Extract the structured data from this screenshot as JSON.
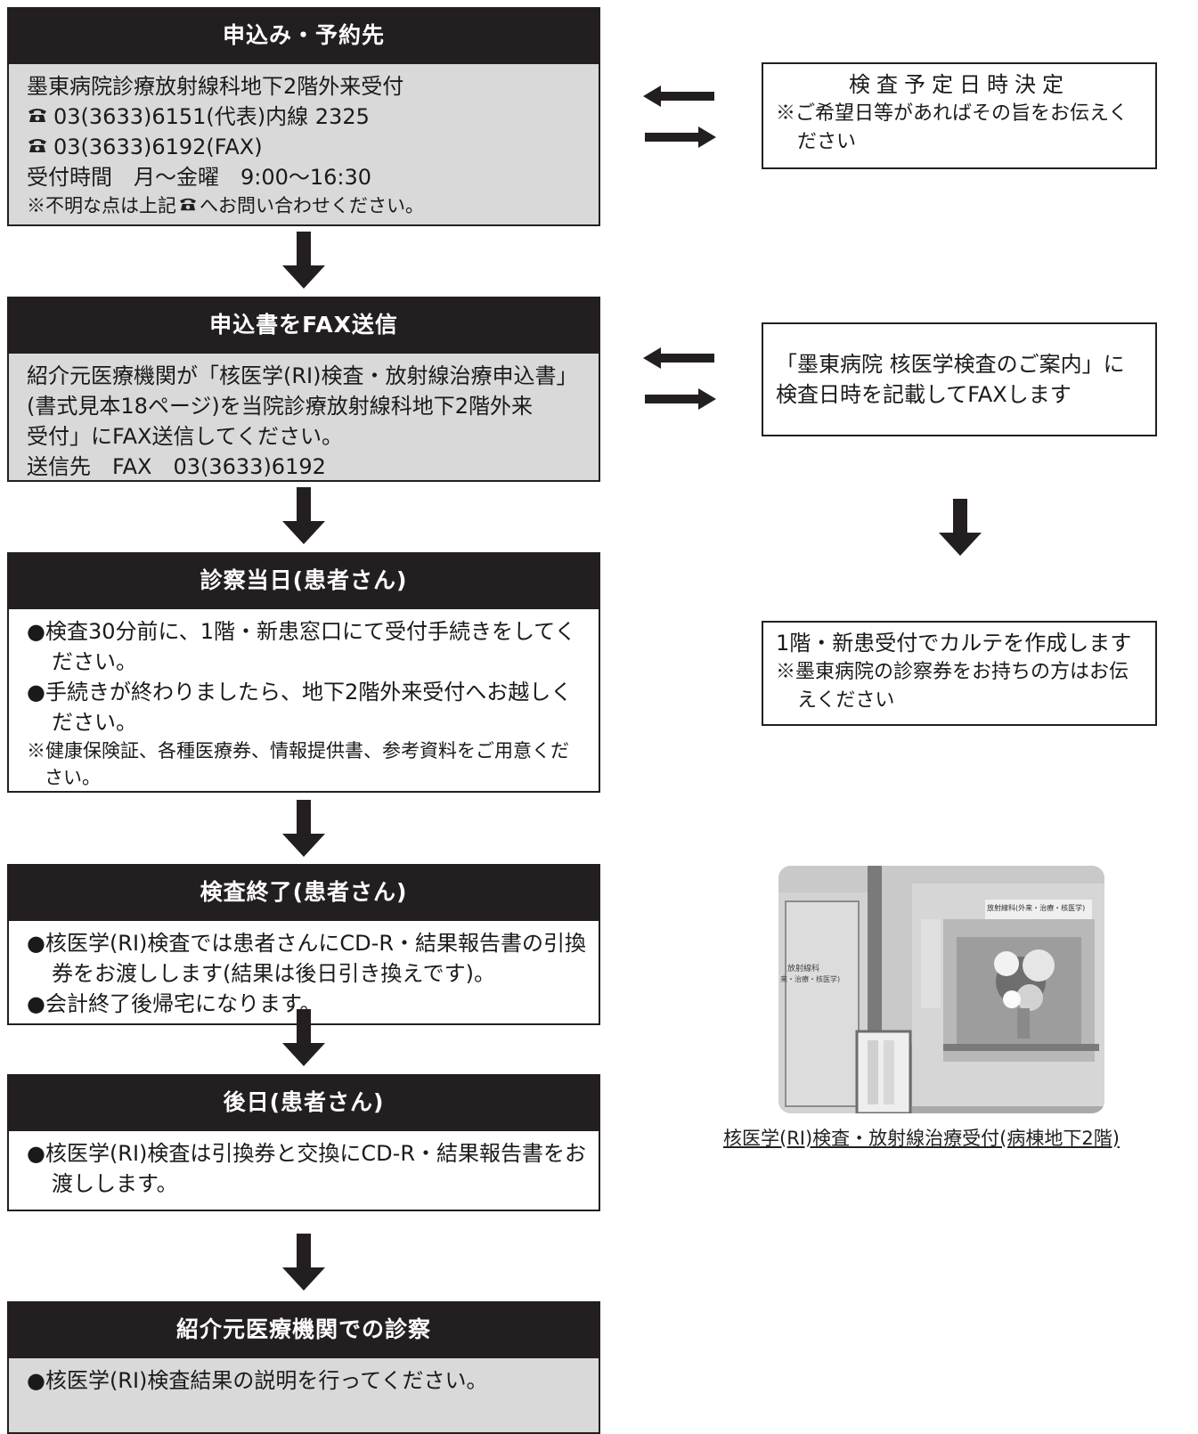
{
  "steps": [
    {
      "title": "申込み・予約先",
      "lines": [
        "墨東病院診療放射線科地下2階外来受付",
        "03(3633)6151(代表)内線 2325",
        "03(3633)6192(FAX)",
        "受付時間　月～金曜　9:00～16:30"
      ],
      "note_before": "※不明な点は上記",
      "note_after": "へお問い合わせください。"
    },
    {
      "title": "申込書をFAX送信",
      "lines": [
        "紹介元医療機関が「核医学(RI)検査・放射線治療申込書」",
        "(書式見本18ページ)を当院診療放射線科地下2階外来",
        "受付」にFAX送信してください。",
        "送信先　FAX　03(3633)6192"
      ]
    },
    {
      "title": "診察当日(患者さん)",
      "bullets": [
        "●検査30分前に、1階・新患窓口にて受付手続きをしてください。",
        "●手続きが終わりましたら、地下2階外来受付へお越しください。"
      ],
      "note": "※健康保険証、各種医療券、情報提供書、参考資料をご用意ください。"
    },
    {
      "title": "検査終了(患者さん)",
      "bullets": [
        "●核医学(RI)検査では患者さんにCD-R・結果報告書の引換券をお渡しします(結果は後日引き換えです)。",
        "●会計終了後帰宅になります。"
      ]
    },
    {
      "title": "後日(患者さん)",
      "bullets": [
        "●核医学(RI)検査は引換券と交換にCD-R・結果報告書をお渡しします。"
      ]
    },
    {
      "title": "紹介元医療機関での診察",
      "bullets": [
        "●核医学(RI)検査結果の説明を行ってください。"
      ]
    }
  ],
  "side": {
    "box1": {
      "title": "検査予定日時決定",
      "note": "※ご希望日等があればその旨をお伝えください"
    },
    "box2": {
      "line1": "「墨東病院 核医学検査のご案内」に",
      "line2": "検査日時を記載してFAXします"
    },
    "box3": {
      "title": "1階・新患受付でカルテを作成します",
      "note": "※墨東病院の診察券をお持ちの方はお伝えください"
    },
    "photo": {
      "sign_main": "放射線科(外来・治療・核医学)",
      "sign_left_1": "放射線科",
      "sign_left_2": "来・治療・核医学)"
    },
    "caption": "核医学(RI)検査・放射線治療受付(病棟地下2階)"
  },
  "colors": {
    "header": "#231f20",
    "shaded_body": "#d9d9d9",
    "arrow": "#231f20"
  },
  "icons": [
    "telephone-icon",
    "down-arrow-icon",
    "left-right-arrows-icon"
  ]
}
